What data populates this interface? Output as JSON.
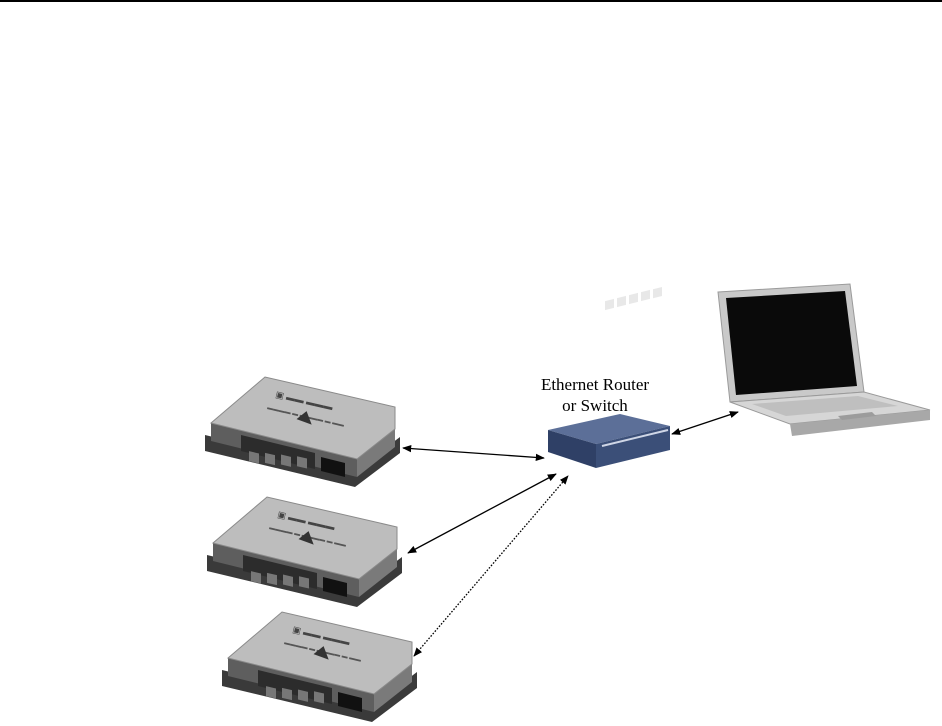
{
  "switch": {
    "label_line1": "Ethernet Router",
    "label_line2": "or Switch"
  },
  "connections": [
    {
      "from": "controller-1",
      "to": "switch"
    },
    {
      "from": "controller-2",
      "to": "switch"
    },
    {
      "from": "controller-3",
      "to": "switch"
    },
    {
      "from": "switch",
      "to": "laptop"
    }
  ],
  "colors": {
    "controller_body": "#8a8a8a",
    "controller_top": "#b9b9b9",
    "switch_body": "#3b4f78",
    "laptop_screen": "#0a0a0a",
    "laptop_body": "#c8c8c8",
    "arrow": "#000000"
  }
}
